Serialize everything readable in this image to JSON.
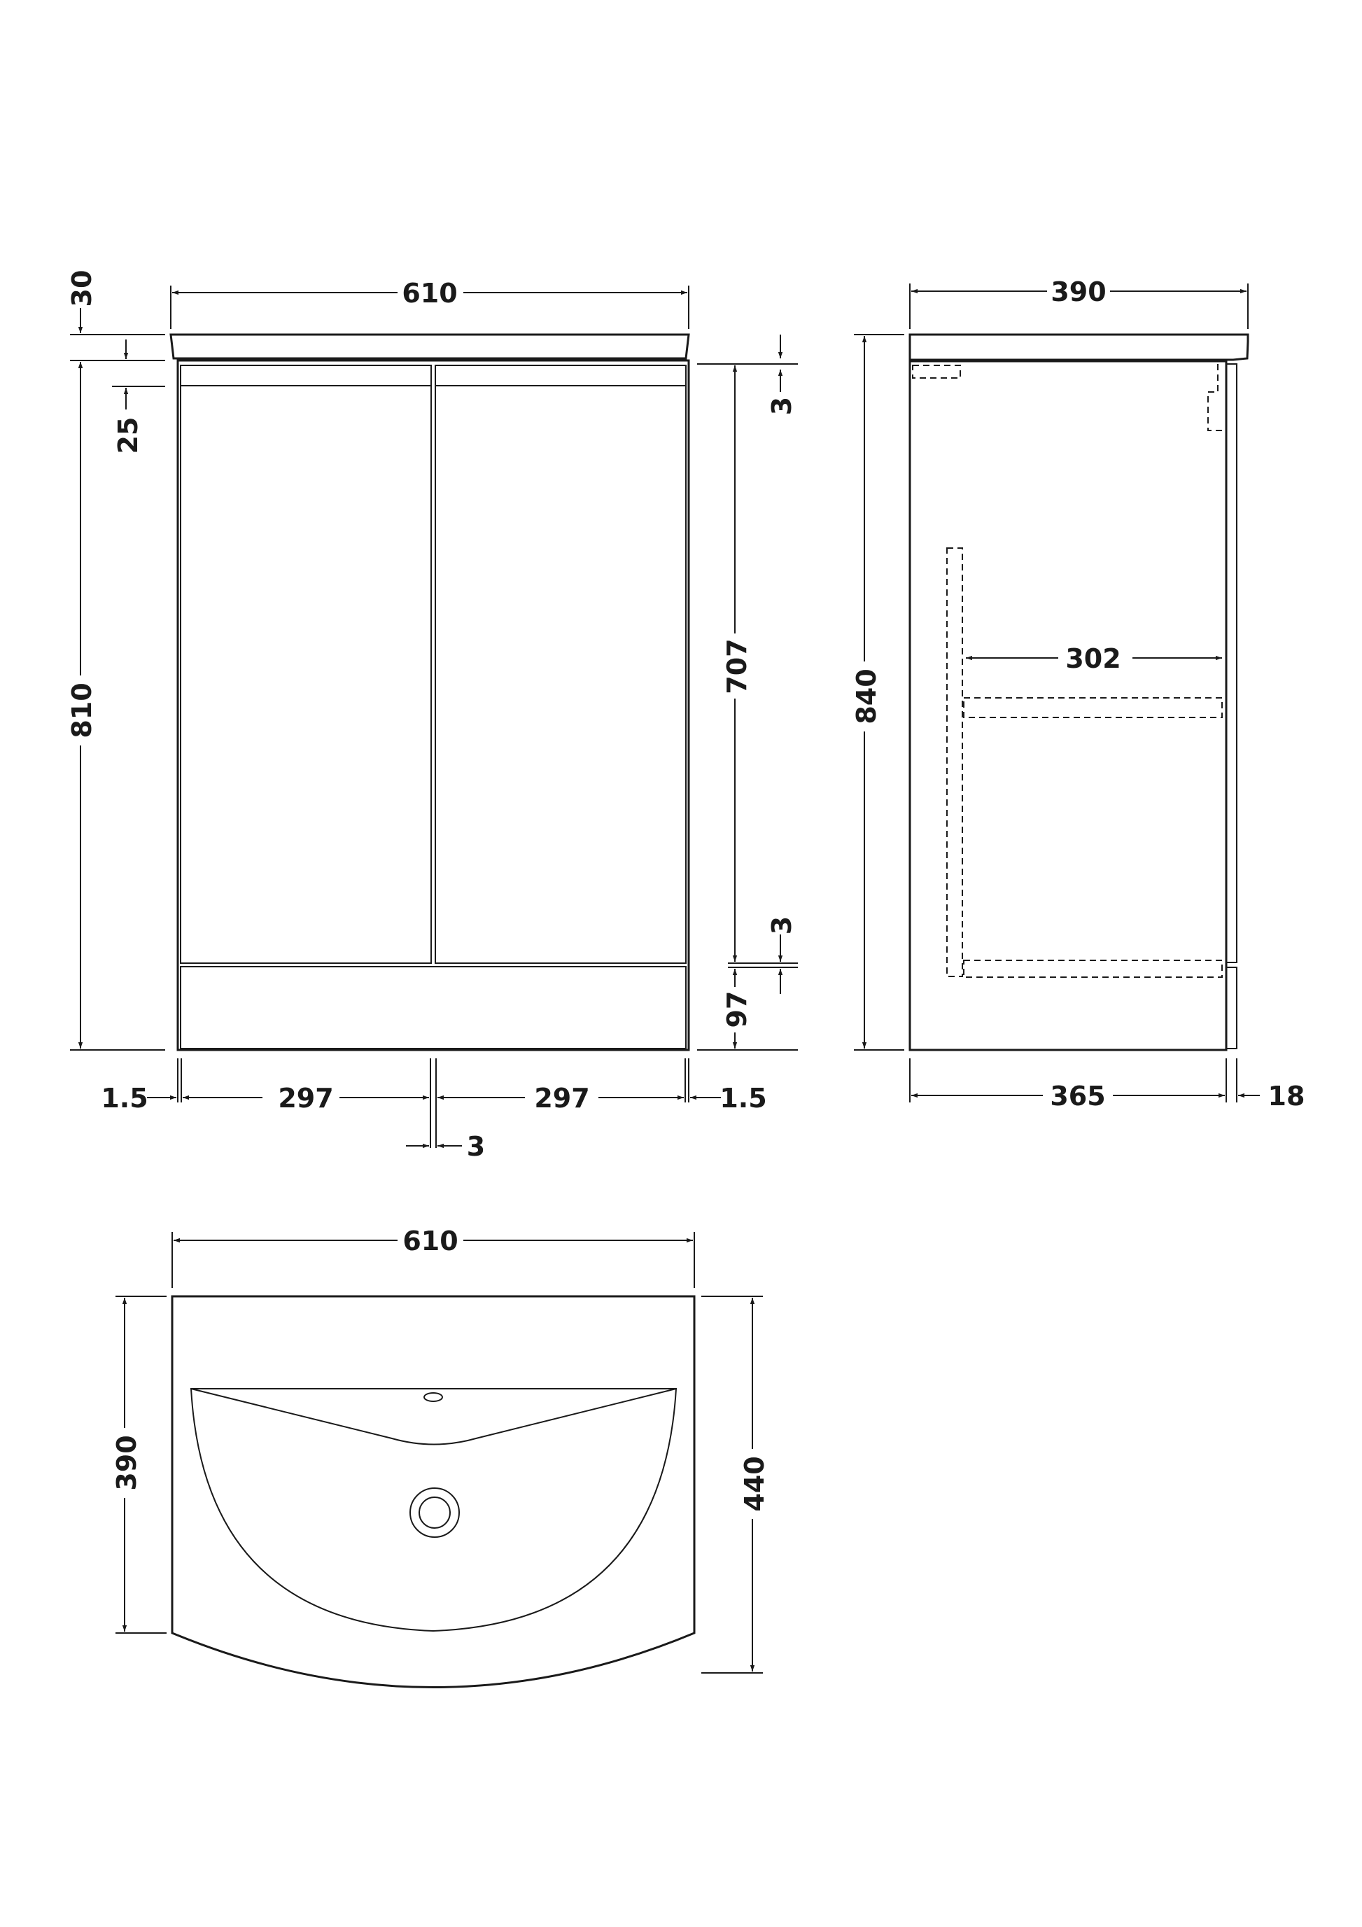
{
  "front_view": {
    "overall_width": "610",
    "top_thickness": "30",
    "drawer_rail": "25",
    "body_height": "810",
    "top_gap": "3",
    "door_height": "707",
    "bottom_gap": "3",
    "plinth_height": "97",
    "left_edge": "1.5",
    "left_door_width": "297",
    "right_door_width": "297",
    "right_edge": "1.5",
    "door_gap": "3"
  },
  "side_view": {
    "overall_depth": "390",
    "overall_height": "840",
    "inner_shelf_depth": "302",
    "carcass_depth": "365",
    "door_thickness": "18"
  },
  "top_view": {
    "basin_width": "610",
    "basin_depth_side": "390",
    "basin_depth_front": "440"
  }
}
